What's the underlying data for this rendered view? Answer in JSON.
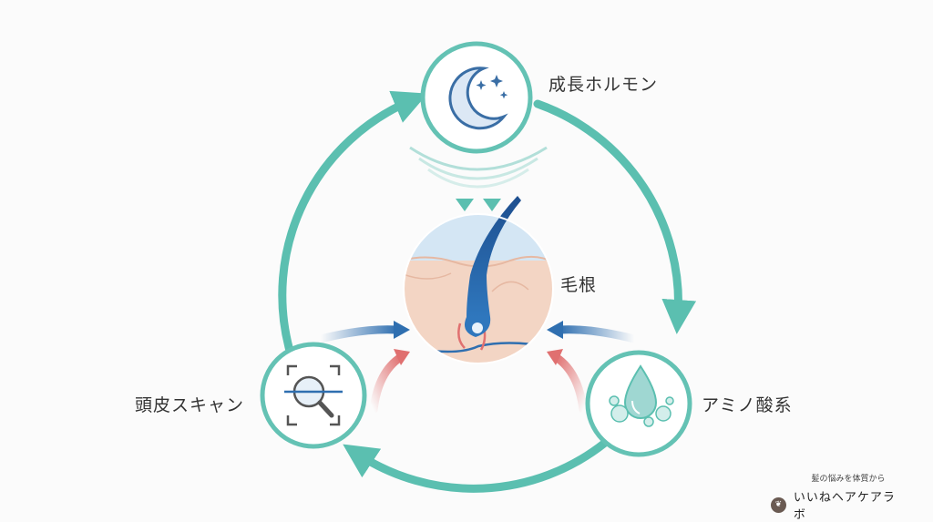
{
  "nodes": {
    "hormone": {
      "label": "成長ホルモン",
      "icon": "moon-stars-icon"
    },
    "root": {
      "label": "毛根",
      "icon": "hair-follicle-icon"
    },
    "amino": {
      "label": "アミノ酸系",
      "icon": "water-drop-bubbles-icon"
    },
    "scalp": {
      "label": "頭皮スキャン",
      "icon": "scan-magnifier-icon"
    }
  },
  "brand": {
    "tagline": "髪の悩みを体質から",
    "name": "いいねヘアケアラボ",
    "logo_icon": "leaf-logo-icon"
  },
  "colors": {
    "cycle": "#5bbfb0",
    "ring_stroke": "#64c2b4",
    "icon_blue": "#2f6fb0",
    "blood_red": "#e07070",
    "skin": "#f3d5c4",
    "sky": "#d4e6f4"
  }
}
